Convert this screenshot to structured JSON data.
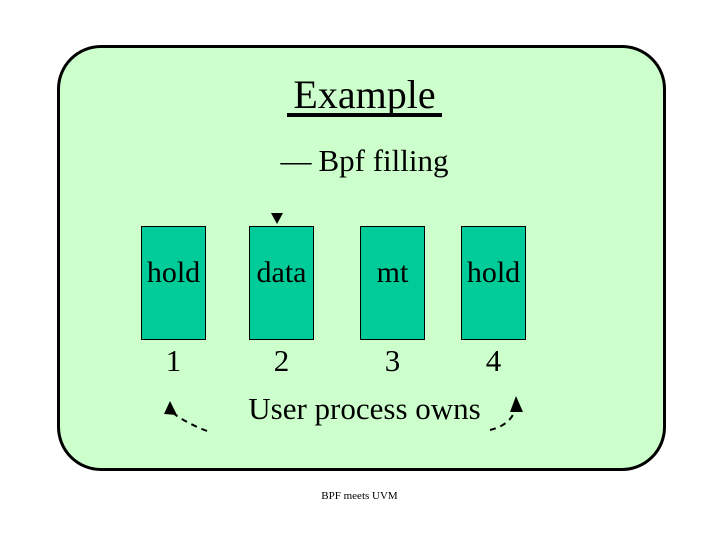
{
  "slide": {
    "title": "Example",
    "bullet_dash": "—",
    "subtitle": "Bpf filling",
    "caption": "User process owns",
    "footer": "BPF meets UVM",
    "background_color": "#ccffcc",
    "border_color": "#000000",
    "cell_fill_color": "#00cc99",
    "text_color": "#000000",
    "page_background": "#ffffff"
  },
  "buffers": [
    {
      "label": "hold",
      "index": "1",
      "marked": false
    },
    {
      "label": "data",
      "index": "2",
      "marked": true
    },
    {
      "label": "mt",
      "index": "3",
      "marked": false
    },
    {
      "label": "hold",
      "index": "4",
      "marked": false
    }
  ],
  "icons": {
    "fill_pointer": "down-triangle-icon",
    "left_owner_arrow": "curved-arrow-up-left-icon",
    "right_owner_arrow": "curved-arrow-up-right-icon"
  }
}
